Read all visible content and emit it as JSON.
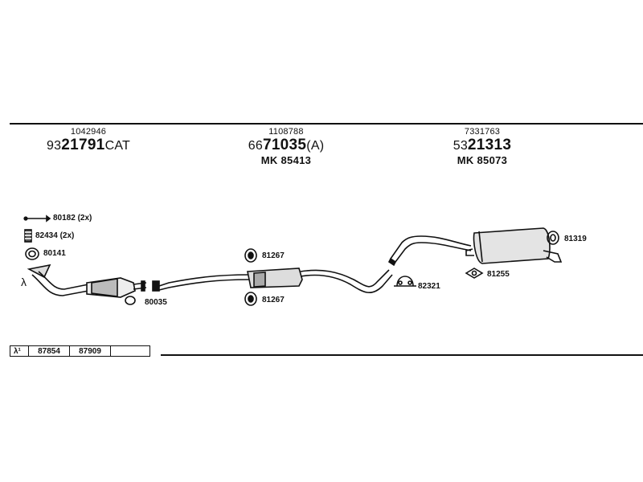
{
  "columns": [
    {
      "code_small": "1042946",
      "code_prefix": "93",
      "code_main": "21791",
      "code_suffix": "CAT",
      "mk": ""
    },
    {
      "code_small": "1108788",
      "code_prefix": "66",
      "code_main": "71035",
      "code_suffix": "(A)",
      "mk": "MK  85413"
    },
    {
      "code_small": "7331763",
      "code_prefix": "53",
      "code_main": "21313",
      "code_suffix": "",
      "mk": "MK  85073"
    }
  ],
  "parts": {
    "p80182": "80182 (2x)",
    "p82434": "82434 (2x)",
    "p80141": "80141",
    "p80035": "80035",
    "p81267_top": "81267",
    "p81267_bottom": "81267",
    "p82321": "82321",
    "p81255": "81255",
    "p81319": "81319",
    "lambda": "λ"
  },
  "bottom_table": {
    "lambda_cell": "λ¹",
    "cells": [
      "87854",
      "87909",
      ""
    ]
  }
}
